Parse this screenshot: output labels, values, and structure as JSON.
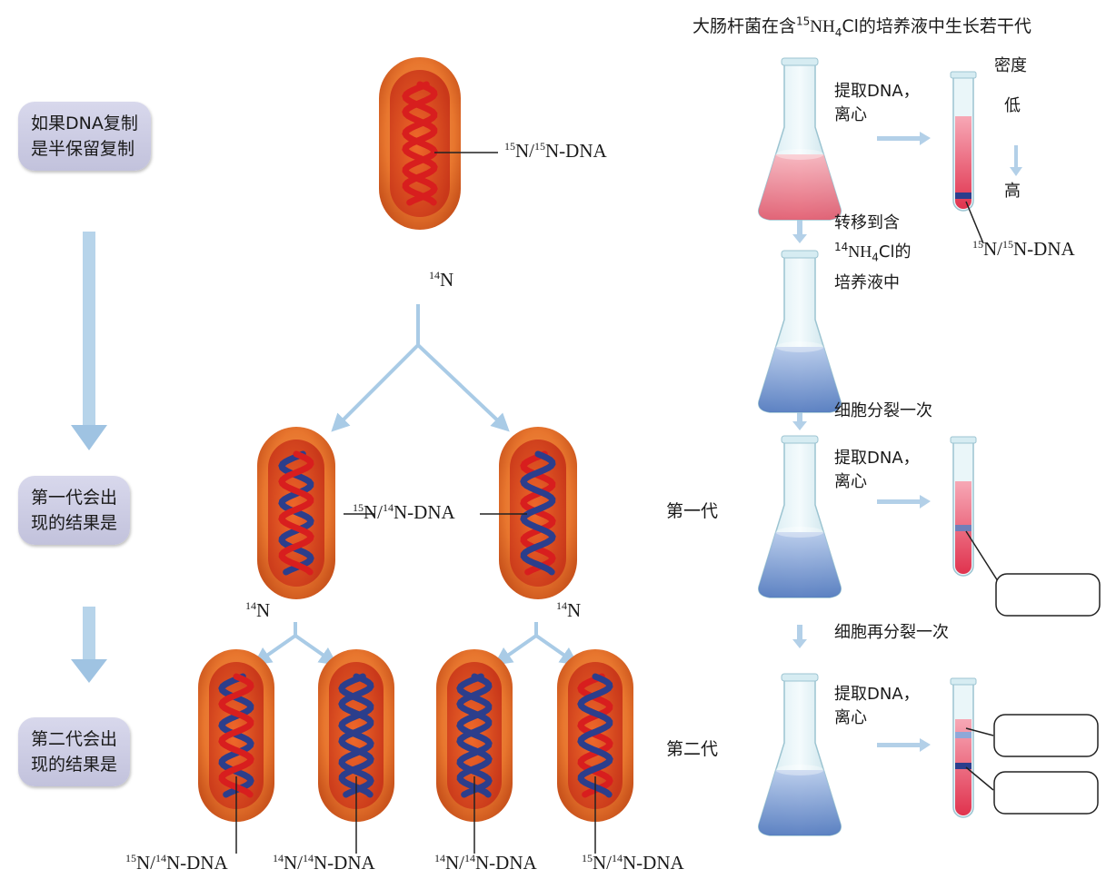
{
  "title": {
    "prefix": "大肠杆菌在含",
    "isotope": "15",
    "formula_a": "NH",
    "formula_sub": "4",
    "formula_b": "Cl的培养液中生长若干代"
  },
  "left_boxes": [
    {
      "text": "如果DNA复制\n是半保留复制"
    },
    {
      "text": "第一代会出\n现的结果是"
    },
    {
      "text": "第二代会出\n现的结果是"
    }
  ],
  "isotope_labels": {
    "parent": {
      "sup1": "15",
      "mid": "N/",
      "sup2": "15",
      "tail": "N-DNA"
    },
    "gen1": {
      "sup1": "15",
      "mid": "N/",
      "sup2": "14",
      "tail": "N-DNA"
    },
    "gen2": [
      {
        "sup1": "15",
        "mid": "N/",
        "sup2": "14",
        "tail": "N-DNA"
      },
      {
        "sup1": "14",
        "mid": "N/",
        "sup2": "14",
        "tail": "N-DNA"
      },
      {
        "sup1": "14",
        "mid": "N/",
        "sup2": "14",
        "tail": "N-DNA"
      },
      {
        "sup1": "15",
        "mid": "N/",
        "sup2": "14",
        "tail": "N-DNA"
      }
    ],
    "tube_parent": {
      "sup1": "15",
      "mid": "N/",
      "sup2": "15",
      "tail": "N-DNA"
    }
  },
  "n14_label": {
    "sup": "14",
    "base": "N"
  },
  "steps": {
    "extract": "提取DNA，\n离心",
    "transfer_line1": "转移到含",
    "transfer_sup": "14",
    "transfer_formula_a": "NH",
    "transfer_formula_sub": "4",
    "transfer_formula_b": "Cl的",
    "transfer_line3": "培养液中",
    "divide_once": "细胞分裂一次",
    "divide_again": "细胞再分裂一次"
  },
  "density": {
    "title": "密度",
    "low": "低",
    "high": "高"
  },
  "generations": {
    "first": "第一代",
    "second": "第二代"
  },
  "colors": {
    "bacterium_outer": "#e8762e",
    "bacterium_inner": "#d9481f",
    "dna_red": "#d81e1e",
    "dna_blue": "#2c3e8c",
    "arrow_blue": "#a9cbe6",
    "pill_bg": "#c8c8e0",
    "liquid_red": "#f06a7a",
    "liquid_blue": "#6f93d0"
  }
}
